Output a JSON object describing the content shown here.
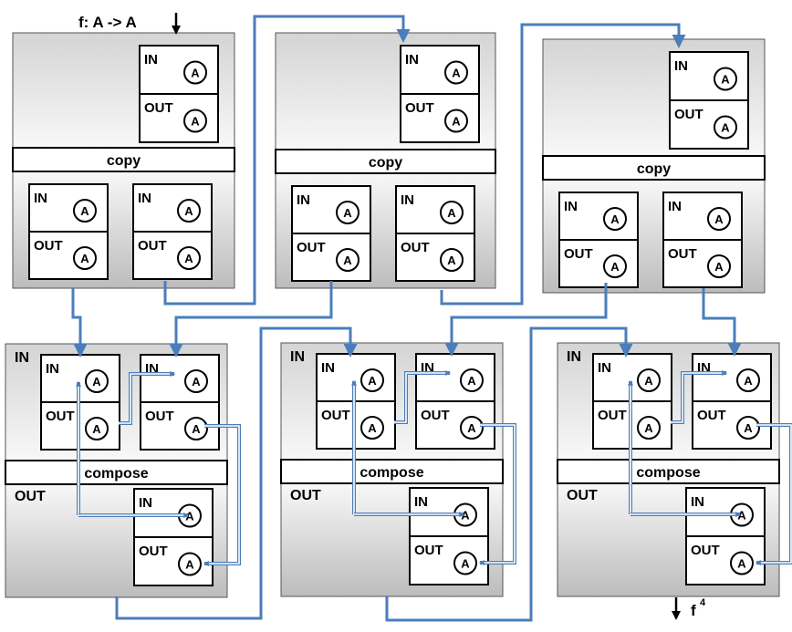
{
  "header": {
    "function_label": "f: A -> A"
  },
  "footer": {
    "result_label": "f",
    "result_exponent": "4"
  },
  "labels": {
    "in": "IN",
    "out": "OUT",
    "type": "A",
    "copy": "copy",
    "compose": "compose"
  },
  "copy_nodes": [
    {
      "label": "copy"
    },
    {
      "label": "copy"
    },
    {
      "label": "copy"
    }
  ],
  "compose_nodes": [
    {
      "label": "compose",
      "in_label": "IN",
      "out_label": "OUT"
    },
    {
      "label": "compose",
      "in_label": "IN",
      "out_label": "OUT"
    },
    {
      "label": "compose",
      "in_label": "IN",
      "out_label": "OUT"
    }
  ],
  "colors": {
    "wire": "#4a7ebb",
    "box_border": "#000000",
    "box_fill": "#ffffff",
    "gradient_top": "#d9d9d9",
    "gradient_bottom": "#f7f7f7"
  }
}
